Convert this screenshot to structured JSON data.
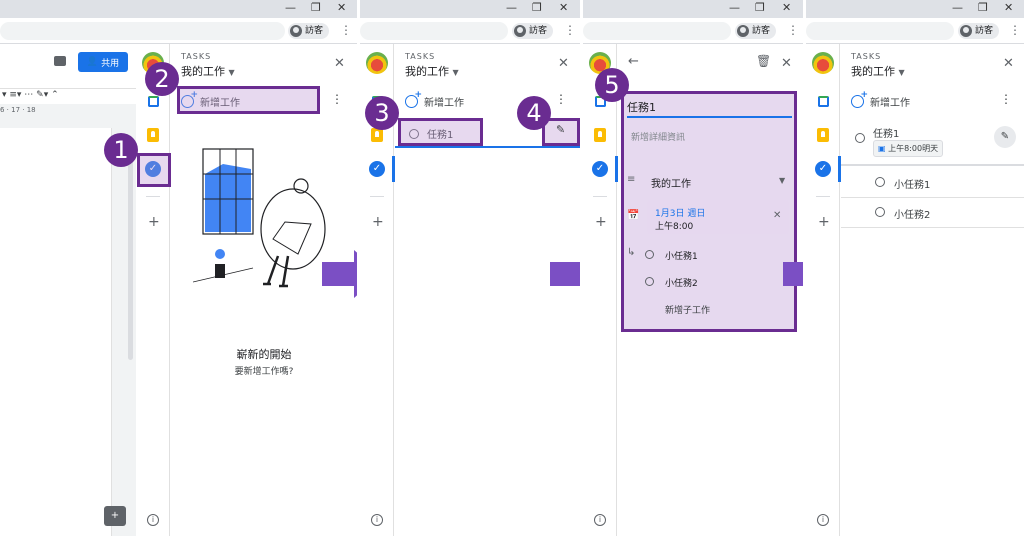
{
  "browser": {
    "guest_label": "訪客"
  },
  "panel": {
    "heading": "TASKS",
    "list_name": "我的工作"
  },
  "frame1": {
    "share_label": "共用",
    "ruler": "6 · 17 · 18",
    "empty_title": "嶄新的開始",
    "empty_subtitle": "要新增工作嗎?"
  },
  "add_task_label": "新增工作",
  "task": {
    "title": "任務1",
    "details_placeholder": "新增詳細資訊",
    "date": "1月3日 週日",
    "time": "上午8:00",
    "chip": "上午8:00明天",
    "subtasks": [
      "小任務1",
      "小任務2"
    ],
    "add_subtask_label": "新增子工作"
  },
  "steps": [
    "1",
    "2",
    "3",
    "4",
    "5"
  ],
  "colors": {
    "annotation": "#6a2c91",
    "accent": "#1a73e8",
    "arrow": "#7b4fc4"
  }
}
